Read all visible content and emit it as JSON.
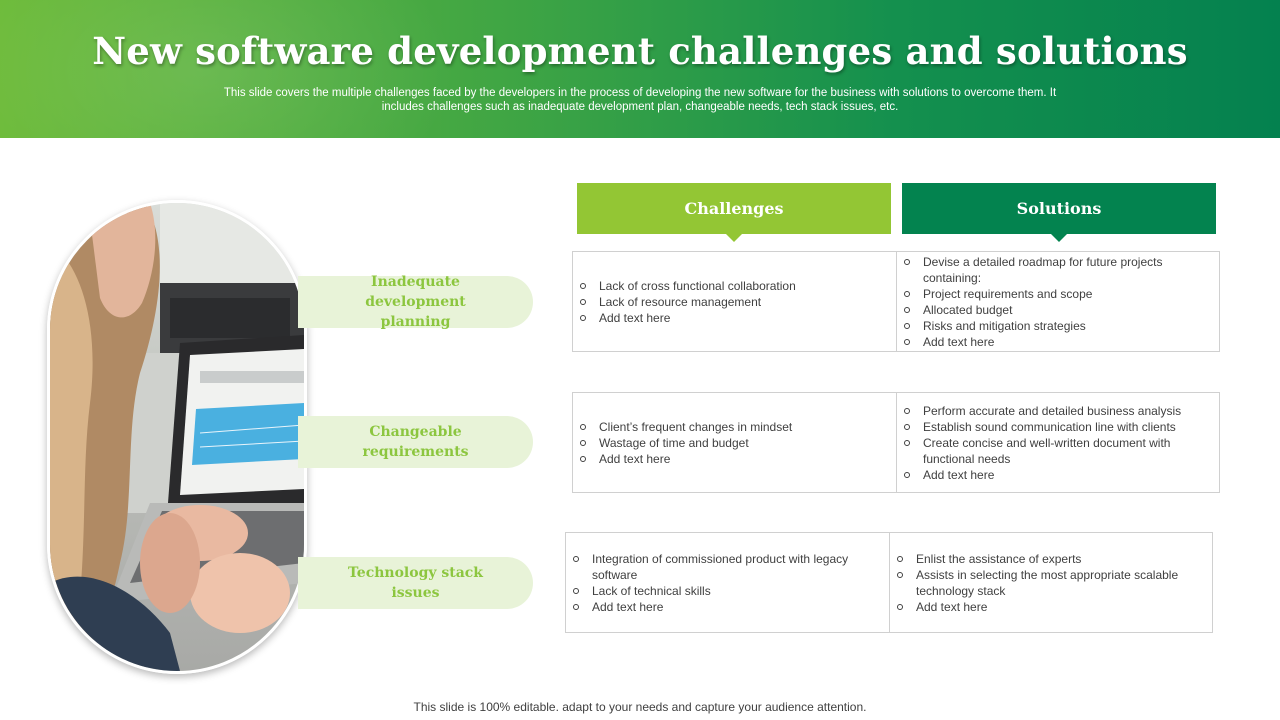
{
  "header": {
    "title": "New software development challenges and solutions",
    "subtitle": "This slide covers the multiple challenges faced by the developers in the process of developing the new software for the business with solutions to overcome them. It includes challenges such as inadequate development plan, changeable needs, tech stack issues, etc."
  },
  "columns": {
    "challenges": "Challenges",
    "solutions": "Solutions"
  },
  "rows": [
    {
      "category": "Inadequate development planning",
      "challenges": [
        "Lack of cross functional collaboration",
        "Lack of resource  management",
        "Add text here"
      ],
      "solutions": [
        "Devise  a detailed roadmap for future projects containing:",
        "Project requirements  and scope",
        "Allocated budget",
        "Risks and mitigation strategies",
        "Add text here"
      ]
    },
    {
      "category": "Changeable requirements",
      "challenges": [
        "Client’s frequent  changes in mindset",
        "Wastage of time and budget",
        "Add text here"
      ],
      "solutions": [
        "Perform  accurate and detailed business analysis",
        "Establish sound communication line with clients",
        "Create concise and well-written  document with functional needs",
        "Add text here"
      ]
    },
    {
      "category": "Technology stack issues",
      "challenges": [
        "Integration  of commissioned product with legacy software",
        "Lack of technical skills",
        "Add text here"
      ],
      "solutions": [
        "Enlist the assistance of experts",
        "Assists in selecting the most appropriate  scalable technology stack",
        "Add text here"
      ]
    }
  ],
  "footer": "This slide is 100% editable. adapt to your needs and capture your audience attention.",
  "colors": {
    "header_green_light": "#6dbb3a",
    "header_green_dark": "#04814f",
    "challenges_green": "#93c634",
    "solutions_green": "#03834f",
    "pill_bg": "#e8f3d8",
    "pill_text": "#8cc63f"
  }
}
